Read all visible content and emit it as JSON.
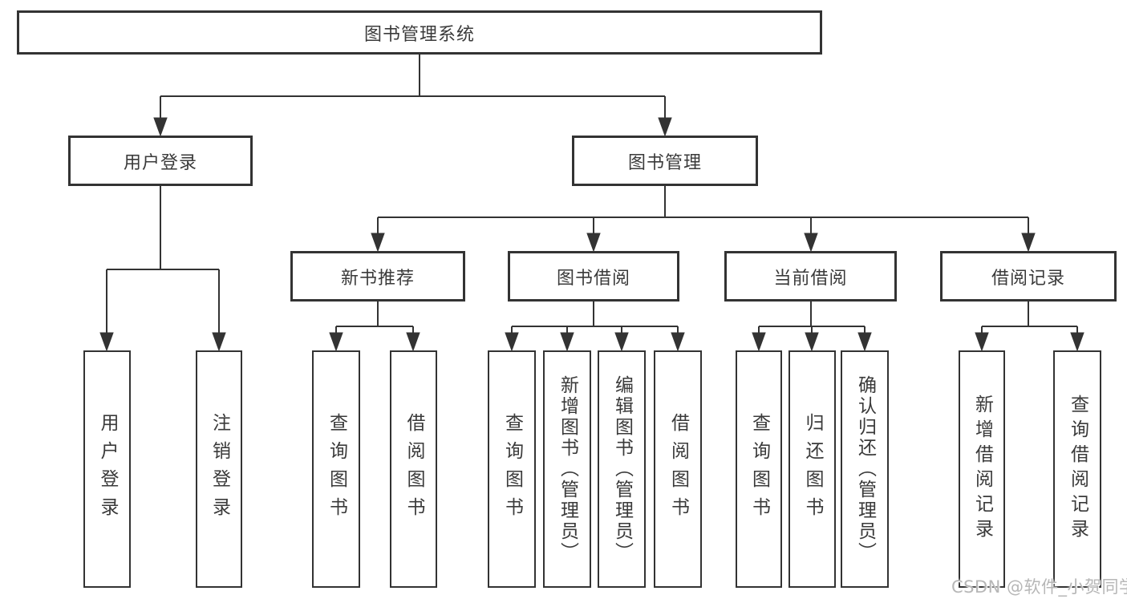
{
  "diagram_title": "图书管理系统",
  "tree": {
    "label": "图书管理系统",
    "children": [
      {
        "label": "用户登录",
        "children": [
          {
            "label": "用户登录"
          },
          {
            "label": "注销登录"
          }
        ]
      },
      {
        "label": "图书管理",
        "children": [
          {
            "label": "新书推荐",
            "children": [
              {
                "label": "查询图书"
              },
              {
                "label": "借阅图书"
              }
            ]
          },
          {
            "label": "图书借阅",
            "children": [
              {
                "label": "查询图书"
              },
              {
                "label": "新增图书（管理员）"
              },
              {
                "label": "编辑图书（管理员）"
              },
              {
                "label": "借阅图书"
              }
            ]
          },
          {
            "label": "当前借阅",
            "children": [
              {
                "label": "查询图书"
              },
              {
                "label": "归还图书"
              },
              {
                "label": "确认归还（管理员）"
              }
            ]
          },
          {
            "label": "借阅记录",
            "children": [
              {
                "label": "新增借阅记录"
              },
              {
                "label": "查询借阅记录"
              }
            ]
          }
        ]
      }
    ]
  },
  "watermark": {
    "text": "CSDN @软件_小贺同学"
  },
  "colors": {
    "line": "#333333",
    "box_border": "#333333",
    "box_fill": "#ffffff",
    "text": "#3a3a3a",
    "watermark": "#b7b7b7",
    "background": "#ffffff"
  }
}
